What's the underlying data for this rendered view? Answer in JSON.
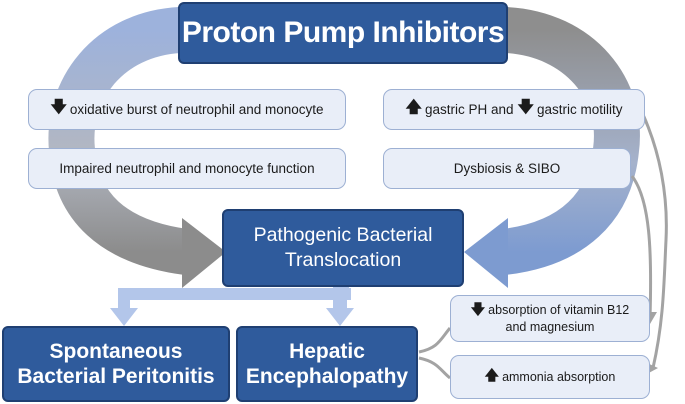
{
  "colors": {
    "dark_box": "#2f5b9c",
    "light_box": "#e9eef8",
    "gray_arrow": "#8c8c8c",
    "blue_arrow": "#7d9bd0"
  },
  "title": "Proton Pump Inhibitors",
  "left_boxes": {
    "effect1": {
      "icon": "down-arrow",
      "text": "oxidative burst of neutrophil and monocyte"
    },
    "effect2": {
      "text": "Impaired neutrophil and monocyte function"
    }
  },
  "right_boxes": {
    "effect1": {
      "icon1": "up-arrow",
      "text1": "gastric PH and",
      "icon2": "down-arrow",
      "text2": "gastric motility"
    },
    "effect2": {
      "text": "Dysbiosis & SIBO"
    }
  },
  "center": {
    "line1": "Pathogenic Bacterial",
    "line2": "Translocation"
  },
  "outcomes": {
    "sbp": {
      "line1": "Spontaneous",
      "line2": "Bacterial Peritonitis"
    },
    "he": {
      "line1": "Hepatic",
      "line2": "Encephalopathy"
    }
  },
  "side_boxes": {
    "b12": {
      "icon": "down-arrow",
      "line1": "absorption of vitamin B12",
      "line2": "and magnesium"
    },
    "ammonia": {
      "icon": "up-arrow",
      "text": "ammonia absorption"
    }
  }
}
